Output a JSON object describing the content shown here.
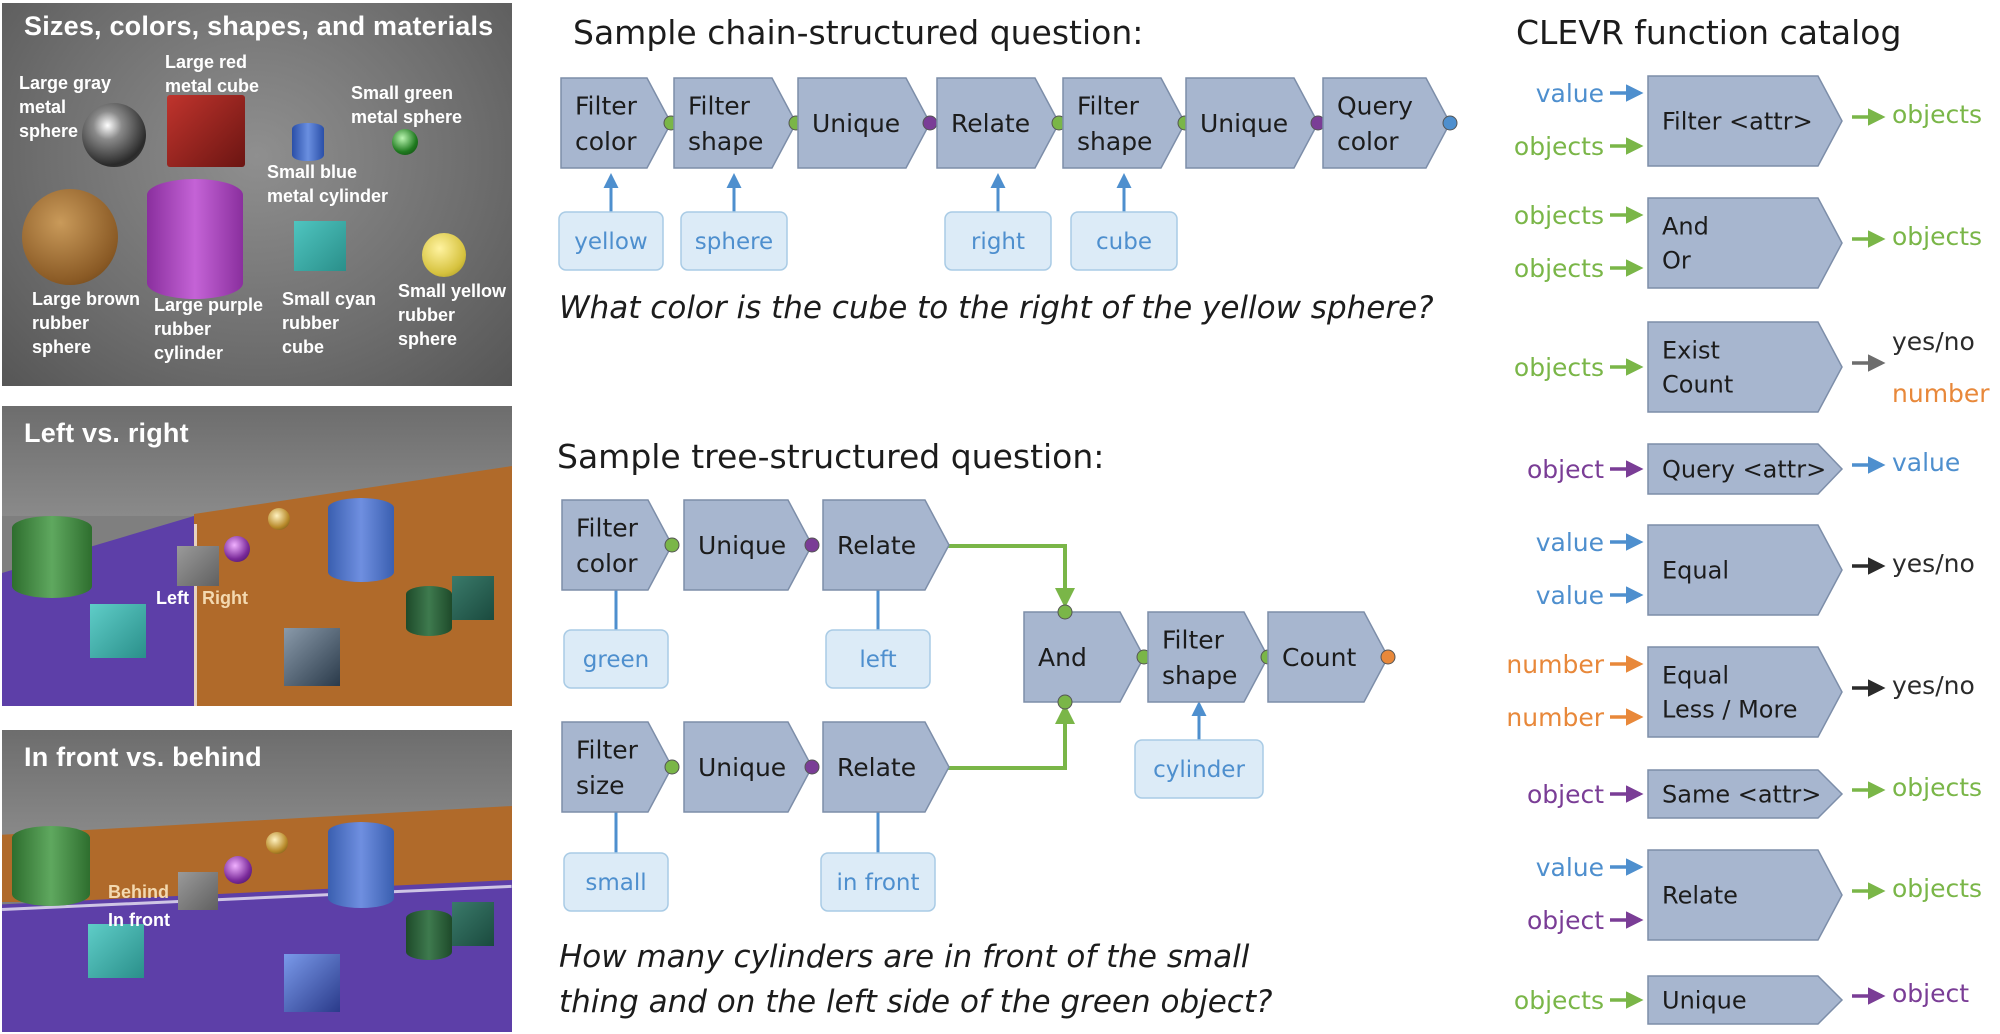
{
  "colors": {
    "box_fill": "#a7b6cf",
    "box_stroke": "#7d8ea9",
    "input_fill": "#dcebf7",
    "input_stroke": "#a9cbe5",
    "input_text": "#4e8fce",
    "green": "#7ab648",
    "purple": "#7a3d96",
    "blue": "#4e8fce",
    "orange": "#e8883a",
    "gray": "#6d6d6d",
    "dark": "#2b2b2b"
  },
  "panels": {
    "attributes": {
      "title": "Sizes, colors, shapes, and materials",
      "labels": [
        "Large gray metal sphere",
        "Large red metal cube",
        "Small green metal sphere",
        "Small blue metal cylinder",
        "Large brown rubber sphere",
        "Large purple rubber cylinder",
        "Small cyan rubber cube",
        "Small yellow rubber sphere"
      ]
    },
    "left_right": {
      "title": "Left vs. right",
      "left_label": "Left",
      "right_label": "Right"
    },
    "front_behind": {
      "title": "In front vs. behind",
      "behind_label": "Behind",
      "front_label": "In front"
    }
  },
  "chain": {
    "heading": "Sample chain-structured question:",
    "functions": [
      [
        "Filter",
        "color"
      ],
      [
        "Filter",
        "shape"
      ],
      [
        "Unique"
      ],
      [
        "Relate"
      ],
      [
        "Filter",
        "shape"
      ],
      [
        "Unique"
      ],
      [
        "Query",
        "color"
      ]
    ],
    "inputs": [
      "yellow",
      "sphere",
      "right",
      "cube"
    ],
    "question": "What color is the cube to the right of the yellow sphere?"
  },
  "tree": {
    "heading": "Sample tree-structured question:",
    "top_row": [
      [
        "Filter",
        "color"
      ],
      [
        "Unique"
      ],
      [
        "Relate"
      ]
    ],
    "bottom_row": [
      [
        "Filter",
        "size"
      ],
      [
        "Unique"
      ],
      [
        "Relate"
      ]
    ],
    "merge": [
      [
        "And"
      ],
      [
        "Filter",
        "shape"
      ],
      [
        "Count"
      ]
    ],
    "inputs": [
      "green",
      "left",
      "small",
      "in front",
      "cylinder"
    ],
    "question_line1": "How many cylinders are in front of the small",
    "question_line2": "thing and on the left side of the green object?"
  },
  "catalog": {
    "title": "CLEVR function catalog",
    "rows": [
      {
        "inputs": [
          [
            "value",
            "blue"
          ],
          [
            "objects",
            "green"
          ]
        ],
        "name": [
          "Filter <attr>"
        ],
        "outputs": [
          [
            "objects",
            "green"
          ]
        ]
      },
      {
        "inputs": [
          [
            "objects",
            "green"
          ],
          [
            "objects",
            "green"
          ]
        ],
        "name": [
          "And",
          "Or"
        ],
        "outputs": [
          [
            "objects",
            "green"
          ]
        ]
      },
      {
        "inputs": [
          [
            "objects",
            "green"
          ]
        ],
        "name": [
          "Exist",
          "Count"
        ],
        "outputs": [
          [
            "yes/no",
            "dark"
          ],
          [
            "number",
            "orange"
          ]
        ]
      },
      {
        "inputs": [
          [
            "object",
            "purple"
          ]
        ],
        "name": [
          "Query <attr>"
        ],
        "outputs": [
          [
            "value",
            "blue"
          ]
        ]
      },
      {
        "inputs": [
          [
            "value",
            "blue"
          ],
          [
            "value",
            "blue"
          ]
        ],
        "name": [
          "Equal"
        ],
        "outputs": [
          [
            "yes/no",
            "dark"
          ]
        ]
      },
      {
        "inputs": [
          [
            "number",
            "orange"
          ],
          [
            "number",
            "orange"
          ]
        ],
        "name": [
          "Equal",
          "Less / More"
        ],
        "outputs": [
          [
            "yes/no",
            "dark"
          ]
        ]
      },
      {
        "inputs": [
          [
            "object",
            "purple"
          ]
        ],
        "name": [
          "Same <attr>"
        ],
        "outputs": [
          [
            "objects",
            "green"
          ]
        ]
      },
      {
        "inputs": [
          [
            "value",
            "blue"
          ],
          [
            "object",
            "purple"
          ]
        ],
        "name": [
          "Relate"
        ],
        "outputs": [
          [
            "objects",
            "green"
          ]
        ]
      },
      {
        "inputs": [
          [
            "objects",
            "green"
          ]
        ],
        "name": [
          "Unique"
        ],
        "outputs": [
          [
            "object",
            "purple"
          ]
        ]
      }
    ]
  }
}
